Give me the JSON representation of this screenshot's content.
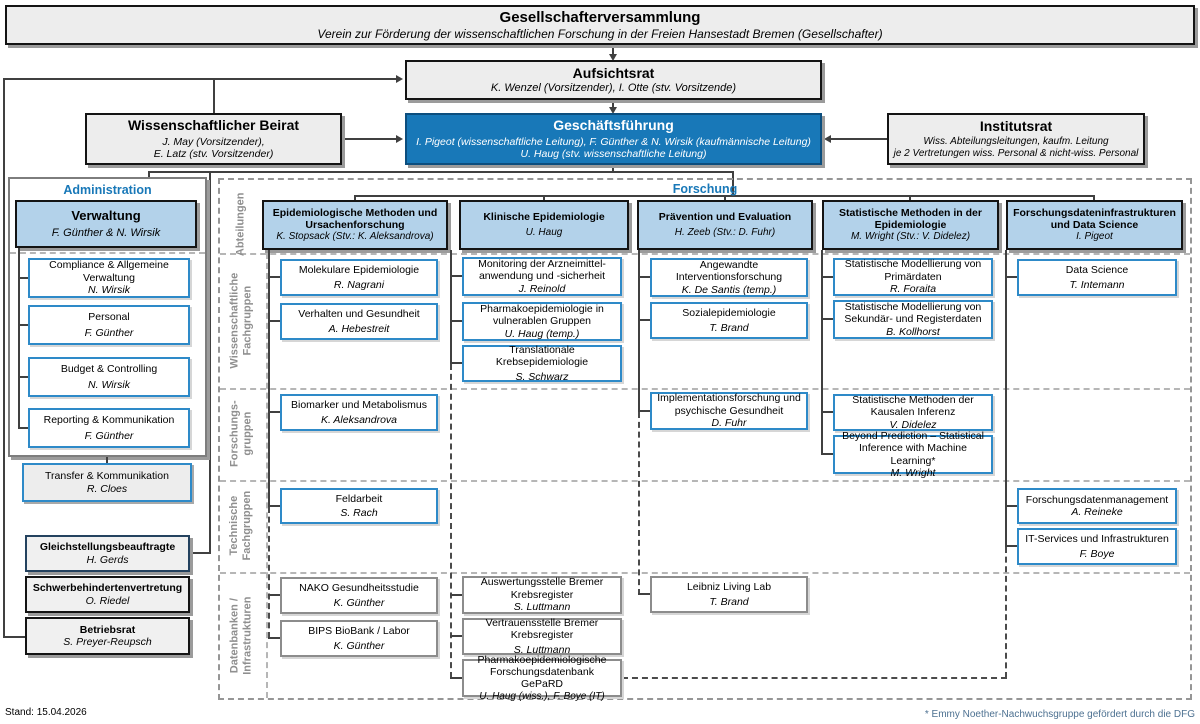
{
  "colors": {
    "accent_blue": "#1878b8",
    "light_blue": "#b3d2ea",
    "box_gray": "#ededed",
    "line_gray": "#404040"
  },
  "top": {
    "gv": {
      "title": "Gesellschafterversammlung",
      "subtitle": "Verein zur Förderung der wissenschaftlichen Forschung in der Freien Hansestadt Bremen (Gesellschafter)"
    },
    "aufsichtsrat": {
      "title": "Aufsichtsrat",
      "subtitle": "K. Wenzel (Vorsitzender), I. Otte (stv. Vorsitzende)"
    },
    "beirat": {
      "title": "Wissenschaftlicher Beirat",
      "line1": "J. May (Vorsitzender),",
      "line2": "E. Latz (stv. Vorsitzender)"
    },
    "gf": {
      "title": "Geschäftsführung",
      "line1": "I. Pigeot (wissenschaftliche Leitung), F. Günther & N. Wirsik (kaufmännische Leitung)",
      "line2": "U. Haug (stv. wissenschaftliche Leitung)"
    },
    "institutsrat": {
      "title": "Institutsrat",
      "line1": "Wiss. Abteilungsleitungen, kaufm. Leitung",
      "line2": "je 2 Vertretungen wiss. Personal & nicht-wiss. Personal"
    }
  },
  "admin": {
    "label": "Administration",
    "verwaltung": {
      "title": "Verwaltung",
      "name": "F. Günther & N. Wirsik"
    },
    "units": [
      {
        "title": "Compliance & Allgemeine Verwaltung",
        "name": "N. Wirsik"
      },
      {
        "title": "Personal",
        "name": "F. Günther"
      },
      {
        "title": "Budget & Controlling",
        "name": "N. Wirsik"
      },
      {
        "title": "Reporting & Kommunikation",
        "name": "F. Günther"
      }
    ],
    "transfer": {
      "title": "Transfer & Kommunikation",
      "name": "R. Cloes"
    },
    "gleichstellung": {
      "title": "Gleichstellungsbeauftragte",
      "name": "H. Gerds"
    },
    "schwerbehinderten": {
      "title": "Schwerbehindertenvertretung",
      "name": "O. Riedel"
    },
    "betriebsrat": {
      "title": "Betriebsrat",
      "name": "S. Preyer-Reupsch"
    }
  },
  "forschung": {
    "label": "Forschung",
    "row_labels": [
      "Abteilungen",
      "Wissenschaftliche\nFachgruppen",
      "Forschungs-\ngruppen",
      "Technische\nFachgruppen",
      "Datenbanken /\nInfrastrukturen"
    ],
    "columns": [
      {
        "abteilung": {
          "title": "Epidemiologische Methoden und Ursachenforschung",
          "name": "K. Stopsack (Stv.: K. Aleksandrova)"
        },
        "wiss": [
          {
            "title": "Molekulare Epidemiologie",
            "name": "R. Nagrani"
          },
          {
            "title": "Verhalten und Gesundheit",
            "name": "A. Hebestreit"
          }
        ],
        "forschungsgruppen": [
          {
            "title": "Biomarker und Metabolismus",
            "name": "K. Aleksandrova"
          }
        ],
        "technisch": [
          {
            "title": "Feldarbeit",
            "name": "S. Rach"
          }
        ],
        "datenbanken": [
          {
            "title": "NAKO Gesundheitsstudie",
            "name": "K. Günther"
          },
          {
            "title": "BIPS BioBank / Labor",
            "name": "K. Günther"
          }
        ]
      },
      {
        "abteilung": {
          "title": "Klinische Epidemiologie",
          "name": "U. Haug"
        },
        "wiss": [
          {
            "title": "Monitoring der Arzneimittel-\nanwendung und -sicherheit",
            "name": "J. Reinold"
          },
          {
            "title": "Pharmakoepidemiologie in vulnerablen Gruppen",
            "name": "U. Haug (temp.)"
          },
          {
            "title": "Translationale Krebsepidemiologie",
            "name": "S. Schwarz"
          }
        ],
        "forschungsgruppen": [],
        "technisch": [],
        "datenbanken": [
          {
            "title": "Auswertungsstelle Bremer Krebsregister",
            "name": "S. Luttmann"
          },
          {
            "title": "Vertrauensstelle Bremer Krebsregister",
            "name": "S. Luttmann"
          },
          {
            "title": "Pharmakoepidemiologische Forschungsdatenbank GePaRD",
            "name": "U. Haug (wiss.), F. Boye (IT)"
          }
        ]
      },
      {
        "abteilung": {
          "title": "Prävention und Evaluation",
          "name": "H. Zeeb (Stv.: D. Fuhr)"
        },
        "wiss": [
          {
            "title": "Angewandte Interventionsforschung",
            "name": "K. De Santis (temp.)"
          },
          {
            "title": "Sozialepidemiologie",
            "name": "T. Brand"
          }
        ],
        "forschungsgruppen": [
          {
            "title": "Implementationsforschung und psychische Gesundheit",
            "name": "D. Fuhr"
          }
        ],
        "technisch": [],
        "datenbanken": [
          {
            "title": "Leibniz Living Lab",
            "name": "T. Brand"
          }
        ]
      },
      {
        "abteilung": {
          "title": "Statistische Methoden in der Epidemiologie",
          "name": "M. Wright (Stv.: V. Didelez)"
        },
        "wiss": [
          {
            "title": "Statistische Modellierung von Primärdaten",
            "name": "R. Foraita"
          },
          {
            "title": "Statistische Modellierung von Sekundär- und Registerdaten",
            "name": "B. Kollhorst"
          }
        ],
        "forschungsgruppen": [
          {
            "title": "Statistische Methoden der Kausalen Inferenz",
            "name": "V. Didelez"
          },
          {
            "title": "Beyond Prediction – Statistical Inference with Machine Learning*",
            "name": "M. Wright"
          }
        ],
        "technisch": [],
        "datenbanken": []
      },
      {
        "abteilung": {
          "title": "Forschungsdateninfrastrukturen und Data Science",
          "name": "I. Pigeot"
        },
        "wiss": [
          {
            "title": "Data Science",
            "name": "T. Intemann"
          }
        ],
        "forschungsgruppen": [],
        "technisch": [
          {
            "title": "Forschungsdatenmanagement",
            "name": "A. Reineke"
          },
          {
            "title": "IT-Services und Infrastrukturen",
            "name": "F. Boye"
          }
        ],
        "datenbanken": []
      }
    ]
  },
  "footer": {
    "stand": "Stand: 15.04.2026",
    "footnote": "* Emmy Noether-Nachwuchsgruppe gefördert durch die DFG"
  }
}
